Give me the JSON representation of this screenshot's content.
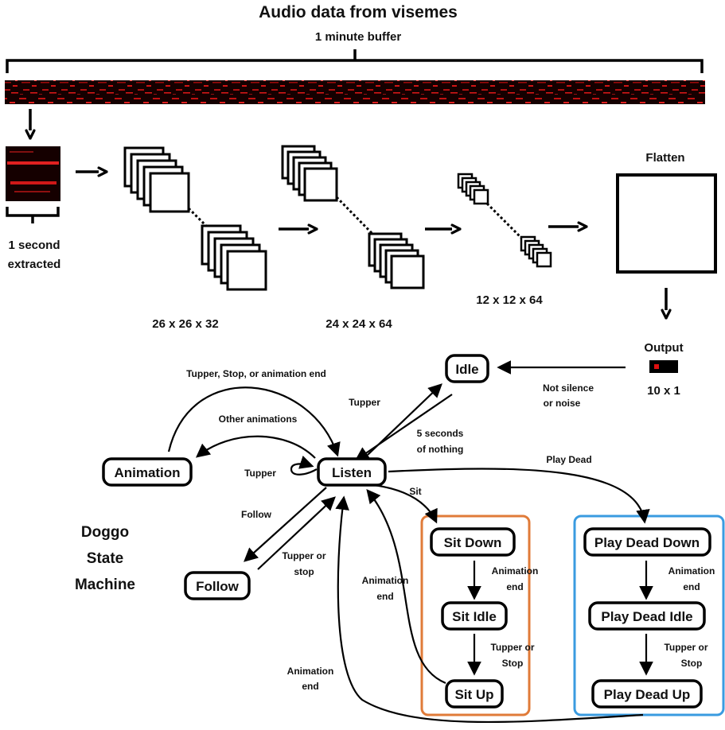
{
  "header": {
    "title": "Audio data from visemes",
    "buffer_label": "1 minute buffer"
  },
  "pipeline": {
    "extracted_label_1": "1 second",
    "extracted_label_2": "extracted",
    "layer1_dims": "26 x 26 x 32",
    "layer2_dims": "24 x 24 x 64",
    "layer3_dims": "12 x 12 x 64",
    "flatten_label": "Flatten",
    "output_label": "Output",
    "output_dims": "10 x 1"
  },
  "state_machine": {
    "title_lines": [
      "Doggo",
      "State",
      "Machine"
    ],
    "nodes": {
      "idle": "Idle",
      "listen": "Listen",
      "animation": "Animation",
      "follow": "Follow",
      "sit_down": "Sit Down",
      "sit_idle": "Sit Idle",
      "sit_up": "Sit Up",
      "play_dead_down": "Play Dead Down",
      "play_dead_idle": "Play Dead Idle",
      "play_dead_up": "Play Dead Up"
    },
    "edges": {
      "not_silence_1": "Not silence",
      "not_silence_2": "or noise",
      "tupper_idle": "Tupper",
      "five_sec_1": "5 seconds",
      "five_sec_2": "of nothing",
      "tupper_stop_anim": "Tupper, Stop, or animation end",
      "other_anims": "Other animations",
      "tupper_self": "Tupper",
      "play_dead": "Play Dead",
      "sit": "Sit",
      "follow": "Follow",
      "tupper_or_1": "Tupper or",
      "tupper_or_2": "stop",
      "anim_end_sit_1": "Animation",
      "anim_end_sit_2": "end",
      "anim_end_up_1": "Animation",
      "anim_end_up_2": "end",
      "anim_end_pd_1": "Animation",
      "anim_end_pd_2": "end",
      "anim_end_pdup_1": "Animation",
      "anim_end_pdup_2": "end",
      "sit_tupper_1": "Tupper or",
      "sit_tupper_2": "Stop",
      "pd_tupper_1": "Tupper or",
      "pd_tupper_2": "Stop"
    }
  },
  "colors": {
    "sit_group": "#e07b39",
    "play_dead_group": "#3a9be0",
    "spectrogram_bg": "#1a0000",
    "spectrogram_hot": "#e01010"
  }
}
